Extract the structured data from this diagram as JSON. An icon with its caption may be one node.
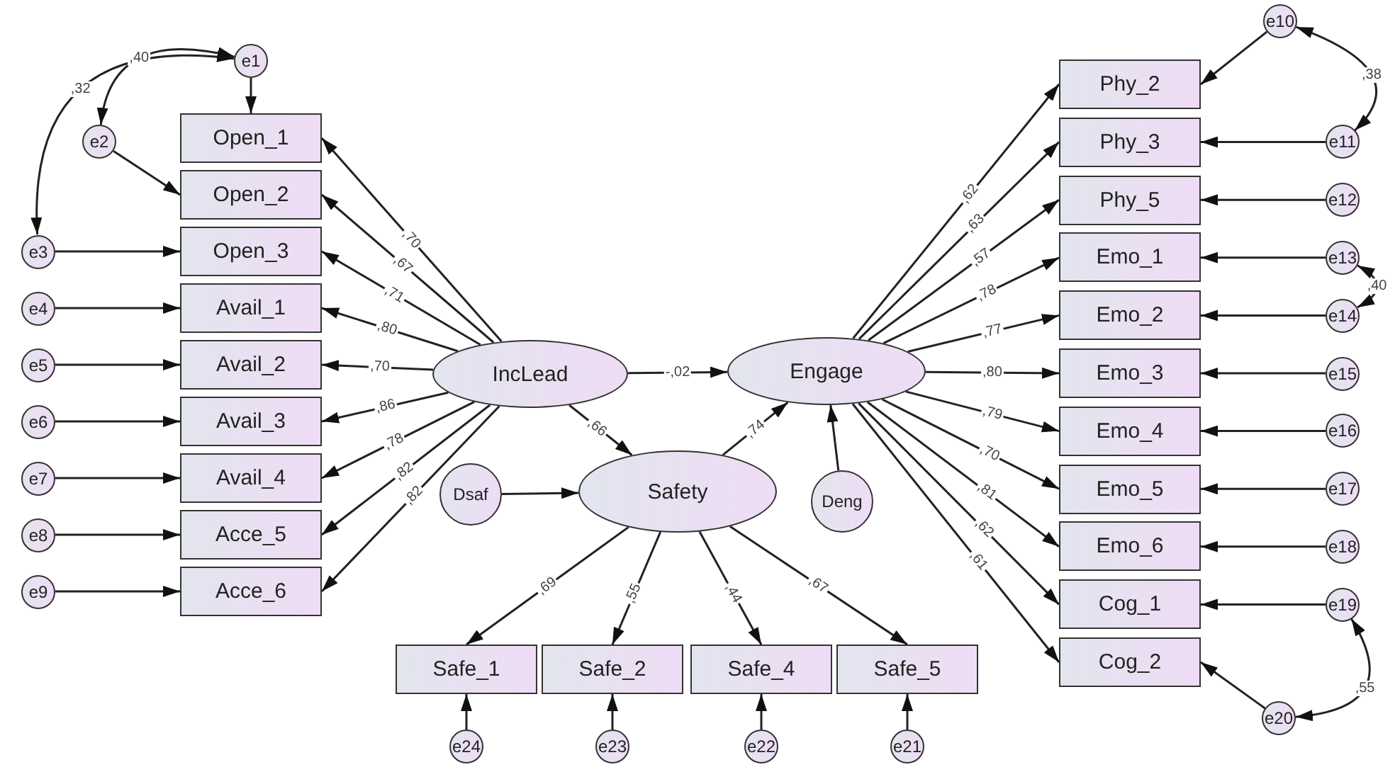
{
  "diagram": {
    "nodes": [
      {
        "text": [
          "e1"
        ]
      },
      {
        "text": [
          "e2"
        ]
      },
      {
        "text": [
          "e3"
        ]
      },
      {
        "text": [
          "e4"
        ]
      },
      {
        "text": [
          "e5"
        ]
      },
      {
        "text": [
          "e6"
        ]
      },
      {
        "text": [
          "e7"
        ]
      },
      {
        "text": [
          "e8"
        ]
      },
      {
        "text": [
          "e9"
        ]
      },
      {
        "text": [
          "Open_1"
        ]
      },
      {
        "text": [
          "Open_2"
        ]
      },
      {
        "text": [
          "Open_3"
        ]
      },
      {
        "text": [
          "Avail_1"
        ]
      },
      {
        "text": [
          "Avail_2"
        ]
      },
      {
        "text": [
          "Avail_3"
        ]
      },
      {
        "text": [
          "Avail_4"
        ]
      },
      {
        "text": [
          "Acce_5"
        ]
      },
      {
        "text": [
          "Acce_6"
        ]
      },
      {
        "text": [
          "IncLead"
        ]
      },
      {
        "text": [
          "Engage"
        ]
      },
      {
        "text": [
          "Dsaf"
        ]
      },
      {
        "text": [
          "Safety"
        ]
      },
      {
        "text": [
          "Deng"
        ]
      },
      {
        "text": [
          "Safe_1"
        ]
      },
      {
        "text": [
          "Safe_2"
        ]
      },
      {
        "text": [
          "Safe_4"
        ]
      },
      {
        "text": [
          "Safe_5"
        ]
      },
      {
        "text": [
          "e24"
        ]
      },
      {
        "text": [
          "e23"
        ]
      },
      {
        "text": [
          "e22"
        ]
      },
      {
        "text": [
          "e21"
        ]
      },
      {
        "text": [
          "Phy_2"
        ]
      },
      {
        "text": [
          "Phy_3"
        ]
      },
      {
        "text": [
          "Phy_5"
        ]
      },
      {
        "text": [
          "Emo_1"
        ]
      },
      {
        "text": [
          "Emo_2"
        ]
      },
      {
        "text": [
          "Emo_3"
        ]
      },
      {
        "text": [
          "Emo_4"
        ]
      },
      {
        "text": [
          "Emo_5"
        ]
      },
      {
        "text": [
          "Emo_6"
        ]
      },
      {
        "text": [
          "Cog_1"
        ]
      },
      {
        "text": [
          "Cog_2"
        ]
      },
      {
        "text": [
          "e10"
        ]
      },
      {
        "text": [
          "e11"
        ]
      },
      {
        "text": [
          "e12"
        ]
      },
      {
        "text": [
          "e13"
        ]
      },
      {
        "text": [
          "e14"
        ]
      },
      {
        "text": [
          "e15"
        ]
      },
      {
        "text": [
          "e16"
        ]
      },
      {
        "text": [
          "e17"
        ]
      },
      {
        "text": [
          "e18"
        ]
      },
      {
        "text": [
          "e19"
        ]
      },
      {
        "text": [
          "e20"
        ]
      }
    ],
    "edges": [
      {
        "from": 0,
        "to": 9,
        "arrow": "to"
      },
      {
        "from": 1,
        "to": 10,
        "arrow": "to"
      },
      {
        "from": 2,
        "to": 11,
        "arrow": "to"
      },
      {
        "from": 3,
        "to": 12,
        "arrow": "to"
      },
      {
        "from": 4,
        "to": 13,
        "arrow": "to"
      },
      {
        "from": 5,
        "to": 14,
        "arrow": "to"
      },
      {
        "from": 6,
        "to": 15,
        "arrow": "to"
      },
      {
        "from": 7,
        "to": 16,
        "arrow": "to"
      },
      {
        "from": 8,
        "to": 17,
        "arrow": "to"
      },
      {
        "from": 0,
        "to": 1,
        "arrow": "both",
        "label": ",40"
      },
      {
        "from": 0,
        "to": 2,
        "arrow": "both",
        "label": ",32"
      },
      {
        "from": 18,
        "to": 9,
        "arrow": "to",
        "label": ",70"
      },
      {
        "from": 18,
        "to": 10,
        "arrow": "to",
        "label": ",67"
      },
      {
        "from": 18,
        "to": 11,
        "arrow": "to",
        "label": ",71"
      },
      {
        "from": 18,
        "to": 12,
        "arrow": "to",
        "label": ",80"
      },
      {
        "from": 18,
        "to": 13,
        "arrow": "to",
        "label": ",70"
      },
      {
        "from": 18,
        "to": 14,
        "arrow": "to",
        "label": ",86"
      },
      {
        "from": 18,
        "to": 15,
        "arrow": "to",
        "label": ",78"
      },
      {
        "from": 18,
        "to": 16,
        "arrow": "to",
        "label": ",82"
      },
      {
        "from": 18,
        "to": 17,
        "arrow": "to",
        "label": ",82"
      },
      {
        "from": 18,
        "to": 19,
        "arrow": "to",
        "label": "-,02"
      },
      {
        "from": 18,
        "to": 21,
        "arrow": "to",
        "label": ",66"
      },
      {
        "from": 21,
        "to": 19,
        "arrow": "to",
        "label": ",74"
      },
      {
        "from": 20,
        "to": 21,
        "arrow": "to"
      },
      {
        "from": 22,
        "to": 19,
        "arrow": "to"
      },
      {
        "from": 21,
        "to": 23,
        "arrow": "to",
        "label": ",69"
      },
      {
        "from": 21,
        "to": 24,
        "arrow": "to",
        "label": ",55"
      },
      {
        "from": 21,
        "to": 25,
        "arrow": "to",
        "label": ",44"
      },
      {
        "from": 21,
        "to": 26,
        "arrow": "to",
        "label": ",67"
      },
      {
        "from": 27,
        "to": 23,
        "arrow": "to"
      },
      {
        "from": 28,
        "to": 24,
        "arrow": "to"
      },
      {
        "from": 29,
        "to": 25,
        "arrow": "to"
      },
      {
        "from": 30,
        "to": 26,
        "arrow": "to"
      },
      {
        "from": 19,
        "to": 31,
        "arrow": "to",
        "label": ",62"
      },
      {
        "from": 19,
        "to": 32,
        "arrow": "to",
        "label": ",63"
      },
      {
        "from": 19,
        "to": 33,
        "arrow": "to",
        "label": ",57"
      },
      {
        "from": 19,
        "to": 34,
        "arrow": "to",
        "label": ",78"
      },
      {
        "from": 19,
        "to": 35,
        "arrow": "to",
        "label": ",77"
      },
      {
        "from": 19,
        "to": 36,
        "arrow": "to",
        "label": ",80"
      },
      {
        "from": 19,
        "to": 37,
        "arrow": "to",
        "label": ",79"
      },
      {
        "from": 19,
        "to": 38,
        "arrow": "to",
        "label": ",70"
      },
      {
        "from": 19,
        "to": 39,
        "arrow": "to",
        "label": ",81"
      },
      {
        "from": 19,
        "to": 40,
        "arrow": "to",
        "label": ",62"
      },
      {
        "from": 19,
        "to": 41,
        "arrow": "to",
        "label": ",61"
      },
      {
        "from": 42,
        "to": 31,
        "arrow": "to"
      },
      {
        "from": 43,
        "to": 32,
        "arrow": "to"
      },
      {
        "from": 44,
        "to": 33,
        "arrow": "to"
      },
      {
        "from": 45,
        "to": 34,
        "arrow": "to"
      },
      {
        "from": 46,
        "to": 35,
        "arrow": "to"
      },
      {
        "from": 47,
        "to": 36,
        "arrow": "to"
      },
      {
        "from": 48,
        "to": 37,
        "arrow": "to"
      },
      {
        "from": 49,
        "to": 38,
        "arrow": "to"
      },
      {
        "from": 50,
        "to": 39,
        "arrow": "to"
      },
      {
        "from": 51,
        "to": 40,
        "arrow": "to"
      },
      {
        "from": 52,
        "to": 41,
        "arrow": "to"
      },
      {
        "from": 42,
        "to": 43,
        "arrow": "both",
        "label": ",38"
      },
      {
        "from": 45,
        "to": 46,
        "arrow": "both",
        "label": ",40"
      },
      {
        "from": 51,
        "to": 52,
        "arrow": "both",
        "label": ",55"
      }
    ]
  }
}
